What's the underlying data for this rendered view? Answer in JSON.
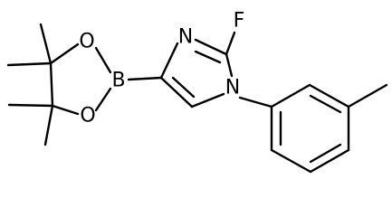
{
  "molecule": {
    "atoms": {
      "fluorine": "F",
      "ring_nitrogen_top": "N",
      "ring_nitrogen_bottom": "N",
      "boron": "B",
      "oxygen_top": "O",
      "oxygen_bottom": "O"
    }
  }
}
